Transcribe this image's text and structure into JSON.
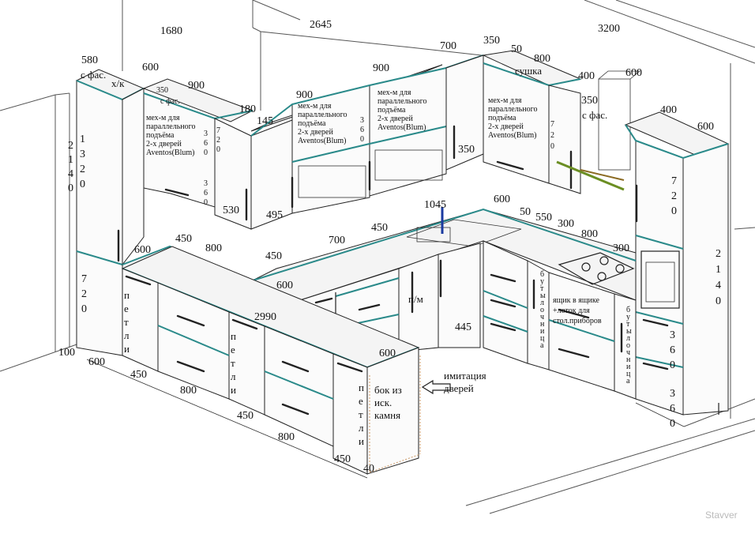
{
  "dimensions": {
    "d1680": "1680",
    "d2645": "2645",
    "d3200": "3200",
    "d580": "580",
    "d600a": "600",
    "d900a": "900",
    "d900b": "900",
    "d900c": "900",
    "d700a": "700",
    "d350a": "350",
    "d50a": "50",
    "d800a": "800",
    "d400a": "400",
    "d600b": "600",
    "d350b": "350",
    "d400b": "400",
    "d600c": "600",
    "d180": "180",
    "d145": "145",
    "d350c": "350",
    "d350d": "350",
    "d530": "530",
    "d495": "495",
    "d1045": "1045",
    "d600d": "600",
    "d50b": "50",
    "d550": "550",
    "d300a": "300",
    "d800b": "800",
    "d300b": "300",
    "d450a": "450",
    "d800c": "800",
    "d600e": "600",
    "d700b": "700",
    "d450b": "450",
    "d450c": "450",
    "d600f": "600",
    "d2990": "2990",
    "d445": "445",
    "d600g": "600",
    "d100": "100",
    "d600h": "600",
    "d450d": "450",
    "d800d": "800",
    "d450e": "450",
    "d800e": "800",
    "d450f": "450",
    "d40": "40"
  },
  "vertical_dims": {
    "v2140a": [
      "2",
      "1",
      "4",
      "0"
    ],
    "v1320": [
      "1",
      "3",
      "2",
      "0"
    ],
    "v720a": [
      "7",
      "2",
      "0"
    ],
    "v360a": [
      "3",
      "6",
      "0"
    ],
    "v720b": [
      "7",
      "2",
      "0"
    ],
    "v360b": [
      "3",
      "6",
      "0"
    ],
    "v360c": [
      "3",
      "6",
      "0"
    ],
    "v720c": [
      "7",
      "2",
      "0"
    ],
    "v720d": [
      "7",
      "2",
      "0"
    ],
    "v2140b": [
      "2",
      "1",
      "4",
      "0"
    ],
    "v360d": [
      "3",
      "6",
      "0"
    ],
    "v360e": [
      "3",
      "6",
      "0"
    ]
  },
  "labels": {
    "s_fas_a": "с фас.",
    "xk": "х/к",
    "s_fas_b": "с фас.",
    "s_fas_c": "с фас.",
    "sushka": "сушка",
    "mech1": [
      "мех-м для",
      "параллельного",
      "подъёма",
      "2-х дверей",
      "Aventos(Blum)"
    ],
    "mech2": [
      "мех-м для",
      "параллельного",
      "подъёма",
      "2-х дверей",
      "Aventos(Blum)"
    ],
    "mech3": [
      "мех-м для",
      "параллельного",
      "подъёма",
      "2-х дверей",
      "Aventos(Blum)"
    ],
    "mech4": [
      "мех-м для",
      "параллельного",
      "подъёма",
      "2-х дверей",
      "Aventos(Blum)"
    ],
    "petli": [
      "п",
      "е",
      "т",
      "л",
      "и"
    ],
    "pm": "п/м",
    "drawer_note": [
      "ящик в ящике",
      "+лоток для",
      "стол.приборов"
    ],
    "bottle": [
      "б",
      "у",
      "т",
      "ы",
      "л",
      "о",
      "ч",
      "н",
      "и",
      "ц",
      "а"
    ],
    "imitation": [
      "имитация",
      "дверей"
    ],
    "stone": [
      "бок из",
      "иск.",
      "камня"
    ]
  },
  "watermark": "Stavver"
}
